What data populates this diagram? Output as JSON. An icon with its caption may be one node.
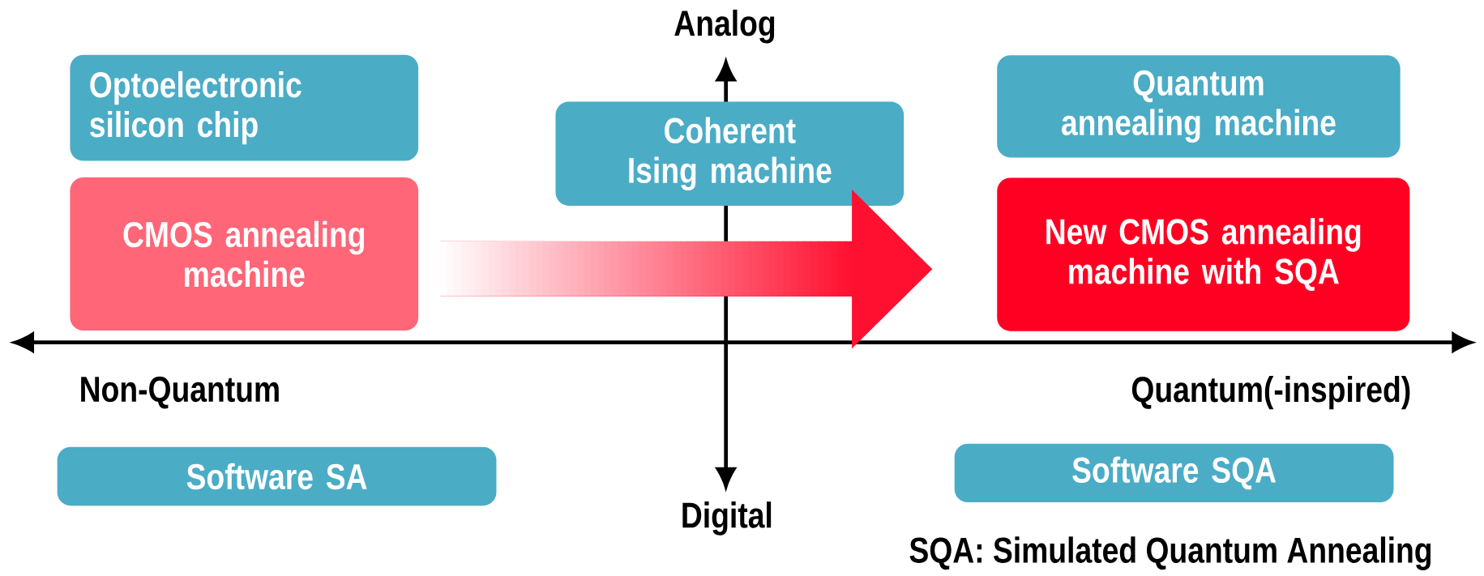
{
  "diagram": {
    "nodes": [
      {
        "text": [
          "Optoelectronic silicon chip"
        ]
      },
      {
        "text": [
          "CMOS annealing machine"
        ]
      },
      {
        "text": [
          "Coherent Ising machine"
        ]
      },
      {
        "text": [
          "Quantum annealing machine"
        ]
      },
      {
        "text": [
          "New CMOS annealing machine with SQA"
        ]
      },
      {
        "text": [
          "Software SA"
        ]
      },
      {
        "text": [
          "Software SQA"
        ]
      }
    ],
    "edges": [
      {
        "from": 1,
        "to": 4,
        "arrow": "to"
      }
    ],
    "labels": [
      "Analog",
      "Non-Quantum",
      "Quantum(-inspired)",
      "Digital",
      "SQA: Simulated Quantum Annealing"
    ]
  }
}
